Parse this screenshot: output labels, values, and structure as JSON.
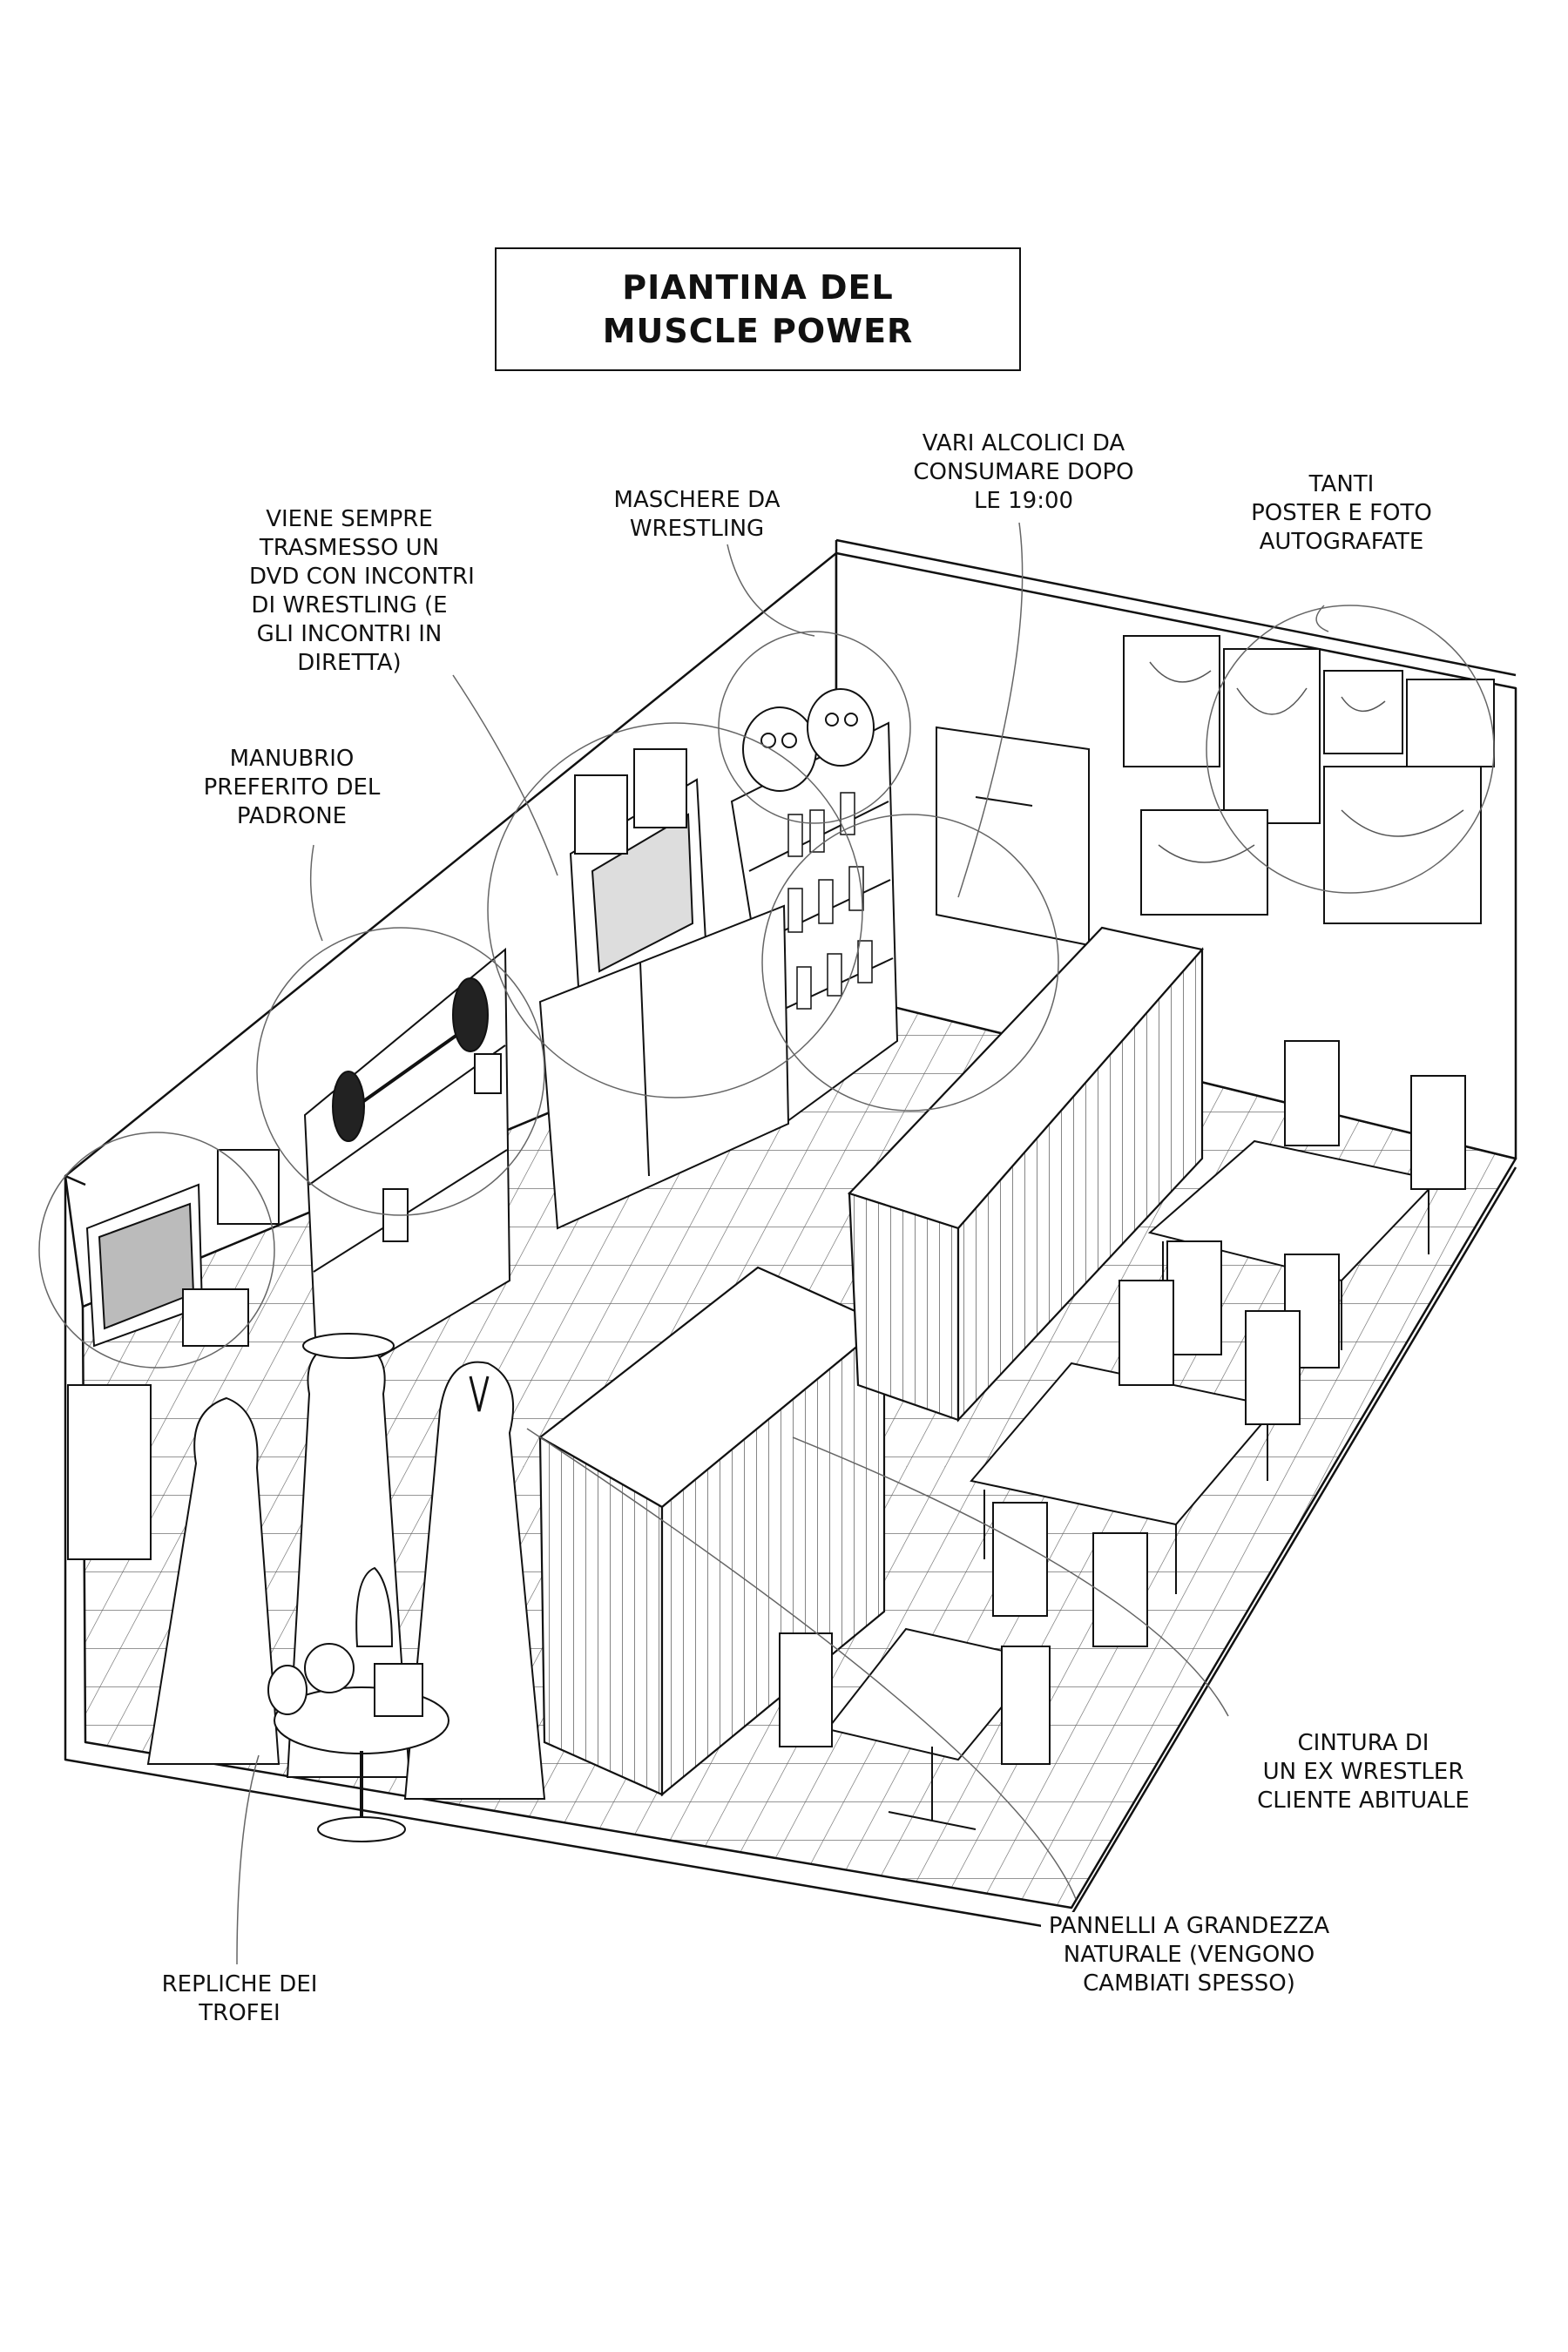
{
  "title": {
    "line1": "PIANTINA DEL",
    "line2": "MUSCLE POWER"
  },
  "labels": {
    "dvd": [
      "VIENE SEMPRE",
      "TRASMESSO UN",
      "DVD CON INCONTRI",
      "DI WRESTLING (E",
      "GLI INCONTRI IN",
      "DIRETTA)"
    ],
    "masks": [
      "MASCHERE DA",
      "WRESTLING"
    ],
    "alcohol": [
      "VARI ALCOLICI DA",
      "CONSUMARE DOPO",
      "LE 19:00"
    ],
    "posters": [
      "TANTI",
      "POSTER E FOTO",
      "AUTOGRAFATE"
    ],
    "dumbbell": [
      "MANUBRIO",
      "PREFERITO DEL",
      "PADRONE"
    ],
    "belt": [
      "CINTURA DI",
      "UN EX WRESTLER",
      "CLIENTE ABITUALE"
    ],
    "panels": [
      "PANNELLI A GRANDEZZA",
      "NATURALE (VENGONO",
      "CAMBIATI SPESSO)"
    ],
    "trophies": [
      "REPLICHE DEI",
      "TROFEI"
    ]
  }
}
